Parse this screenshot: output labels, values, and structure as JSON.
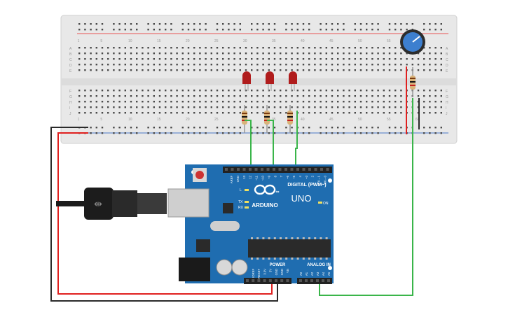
{
  "breadboard": {
    "row_letters_top": [
      "A",
      "B",
      "C",
      "D",
      "E"
    ],
    "row_letters_bottom": [
      "F",
      "G",
      "H",
      "I",
      "J"
    ],
    "column_numbers": [
      "1",
      "5",
      "10",
      "15",
      "20",
      "25",
      "30",
      "35",
      "40",
      "45",
      "50",
      "55",
      "60"
    ]
  },
  "leds": [
    {
      "color": "#b01c1c"
    },
    {
      "color": "#b01c1c"
    },
    {
      "color": "#b01c1c"
    }
  ],
  "arduino": {
    "board_color": "#1f6db0",
    "brand": "ARDUINO",
    "model": "UNO",
    "digital_header_label": "DIGITAL (PWM~)",
    "power_header_label": "POWER",
    "analog_header_label": "ANALOG IN",
    "on_label": "ON",
    "led_labels": [
      "L",
      "TX",
      "RX"
    ],
    "digital_pins": [
      "AREF",
      "GND",
      "13",
      "12",
      "~11",
      "~10",
      "~9",
      "8",
      "7",
      "~6",
      "~5",
      "4",
      "~3",
      "2",
      "TX→1",
      "RX←0"
    ],
    "power_pins": [
      "IOREF",
      "RESET",
      "3.3V",
      "5V",
      "GND",
      "GND",
      "Vin"
    ],
    "analog_pins": [
      "A0",
      "A1",
      "A2",
      "A3",
      "A4",
      "A5"
    ]
  },
  "wires": {
    "red_color": "#e0201f",
    "black_color": "#2a2a2a",
    "green_color": "#3ab54a"
  },
  "usb_cable": {
    "color": "#1c1c1c"
  }
}
